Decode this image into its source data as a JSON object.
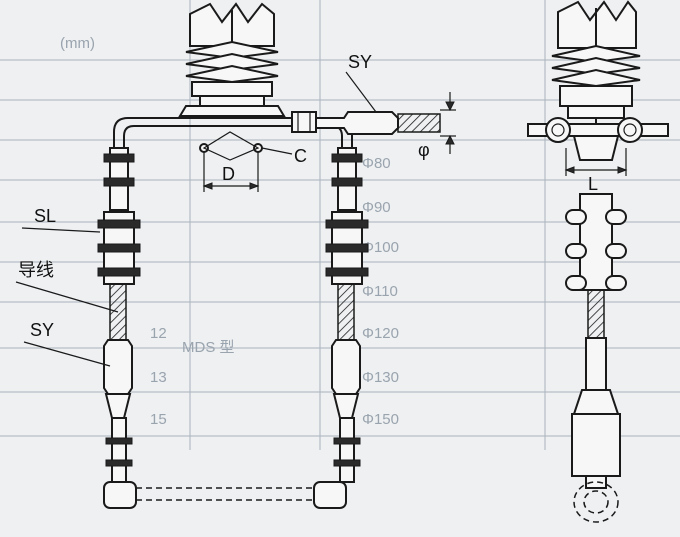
{
  "labels": {
    "sy_top": "SY",
    "c": "C",
    "d": "D",
    "phi": "φ",
    "sl": "SL",
    "conductor": "导线",
    "sy_left": "SY",
    "l": "L"
  },
  "background_table": {
    "header_left": "(mm)",
    "rows": [
      "Φ80",
      "Φ90",
      "Φ100",
      "Φ110",
      "Φ120",
      "Φ130",
      "Φ150"
    ],
    "side_values": [
      "12",
      "13",
      "15"
    ],
    "watermark": "MDS 型"
  },
  "colors": {
    "ink": "#1a1a1a",
    "paper": "#eef0f2",
    "faded_table": "#9aa4ae"
  }
}
